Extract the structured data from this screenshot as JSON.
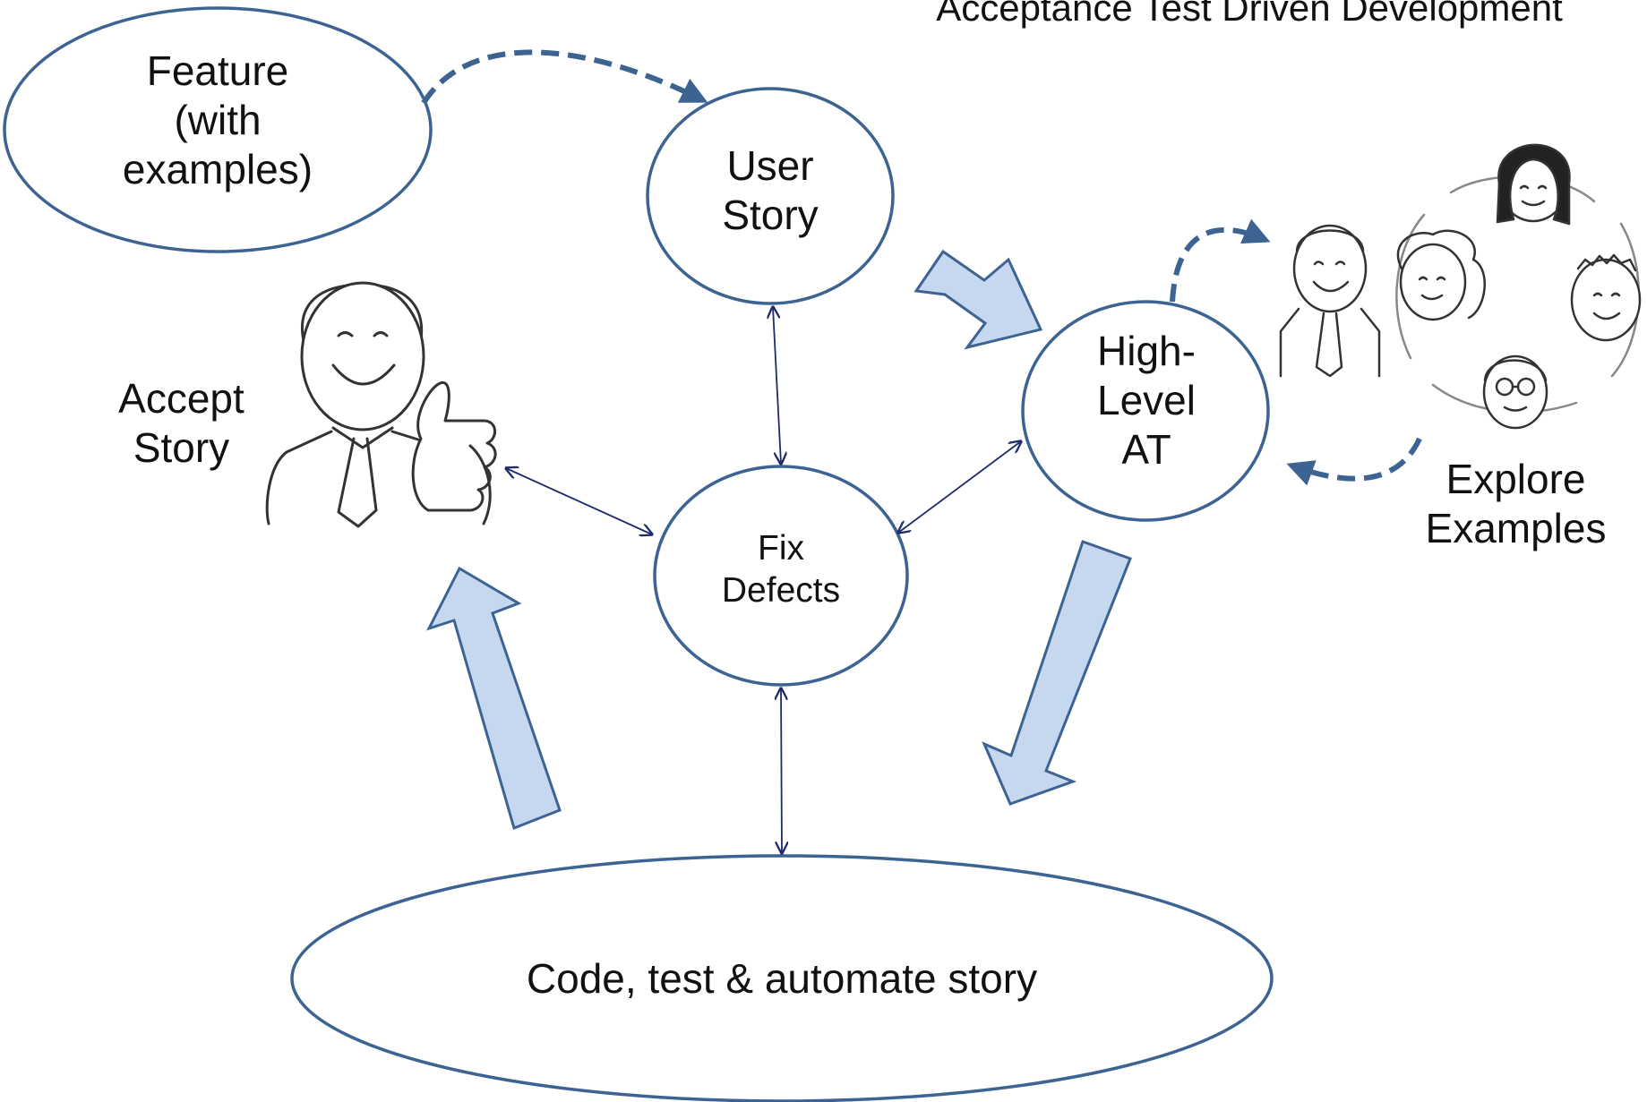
{
  "title": "Acceptance Test Driven Development",
  "nodes": {
    "feature": "Feature\n(with\nexamples)",
    "user_story": "User\nStory",
    "high_level_at": "High-\nLevel\nAT",
    "fix_defects": "Fix\nDefects",
    "code_test_automate": "Code, test & automate story"
  },
  "side_labels": {
    "accept_story": "Accept\nStory",
    "explore_examples": "Explore\nExamples"
  },
  "colors": {
    "node_stroke": "#3d6393",
    "block_arrow_fill": "#c5d8f0",
    "connector": "#1f2a6b",
    "dashed_arrow": "#3d6393"
  }
}
